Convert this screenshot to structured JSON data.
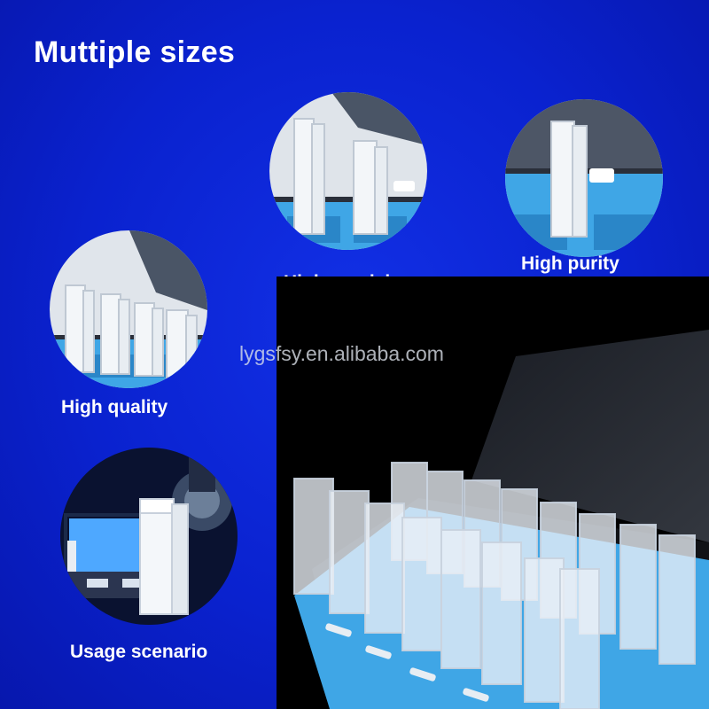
{
  "title": "Muttiple sizes",
  "features": [
    {
      "caption": "High precision"
    },
    {
      "caption": "High purity"
    },
    {
      "caption": "High quality"
    },
    {
      "caption": "Usage scenario"
    }
  ],
  "watermark": "lygsfsy.en.alibaba.com",
  "colors": {
    "background": "#0b23d2",
    "foam_tray": "#3fa6e6",
    "cuvette": "#e9eef4",
    "text": "#ffffff"
  }
}
